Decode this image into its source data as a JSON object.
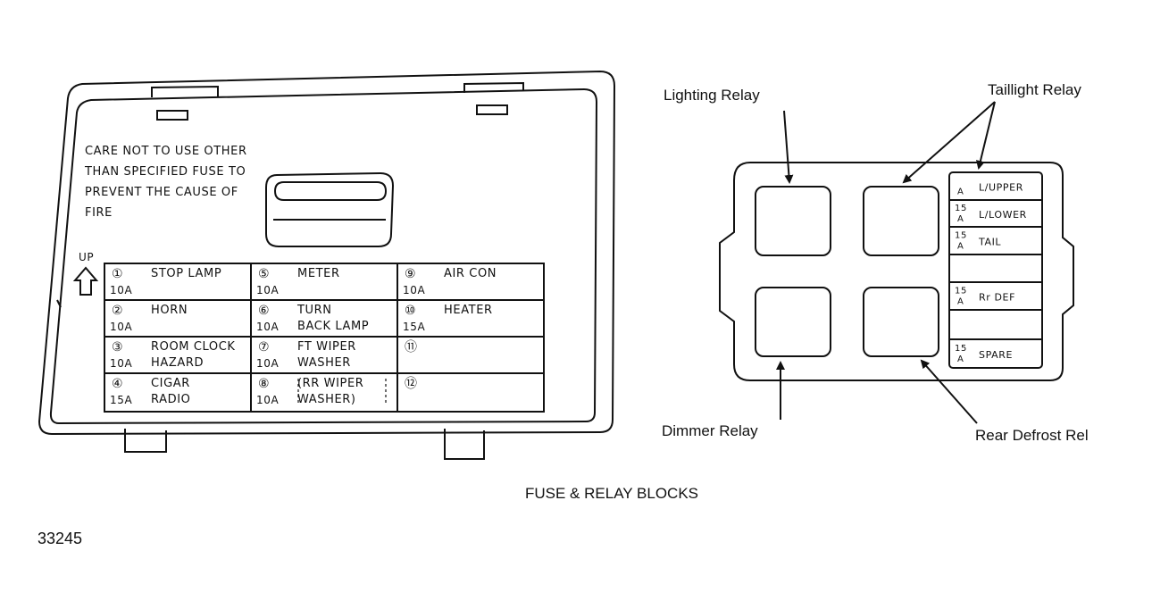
{
  "cover": {
    "warning_lines": [
      "CARE NOT TO USE OTHER",
      "THAN SPECIFIED FUSE TO",
      "PREVENT THE CAUSE OF",
      "FIRE"
    ],
    "up_label": "UP"
  },
  "fuse_table": {
    "rows": [
      [
        {
          "num": "①",
          "name": "STOP LAMP",
          "name2": "",
          "amp": "10A"
        },
        {
          "num": "⑤",
          "name": "METER",
          "name2": "",
          "amp": "10A"
        },
        {
          "num": "⑨",
          "name": "AIR CON",
          "name2": "",
          "amp": "10A"
        }
      ],
      [
        {
          "num": "②",
          "name": "HORN",
          "name2": "",
          "amp": "10A"
        },
        {
          "num": "⑥",
          "name": "TURN",
          "name2": "BACK LAMP",
          "amp": "10A"
        },
        {
          "num": "⑩",
          "name": "HEATER",
          "name2": "",
          "amp": "15A"
        }
      ],
      [
        {
          "num": "③",
          "name": "ROOM CLOCK",
          "name2": "HAZARD",
          "amp": "10A"
        },
        {
          "num": "⑦",
          "name": "FT WIPER",
          "name2": "WASHER",
          "amp": "10A"
        },
        {
          "num": "⑪",
          "name": "",
          "name2": "",
          "amp": ""
        }
      ],
      [
        {
          "num": "④",
          "name": "CIGAR",
          "name2": "RADIO",
          "amp": "15A"
        },
        {
          "num": "⑧",
          "name": "(RR WIPER",
          "name2": "WASHER)",
          "amp": "10A"
        },
        {
          "num": "⑫",
          "name": "",
          "name2": "",
          "amp": ""
        }
      ]
    ]
  },
  "relay_block": {
    "callouts": {
      "lighting": "Lighting Relay",
      "taillight": "Taillight Relay",
      "dimmer": "Dimmer Relay",
      "rear_defrost": "Rear Defrost Rel"
    },
    "fuses": [
      {
        "amp_top": "",
        "amp_bot": "A",
        "name": "L/UPPER"
      },
      {
        "amp_top": "15",
        "amp_bot": "A",
        "name": "L/LOWER"
      },
      {
        "amp_top": "15",
        "amp_bot": "A",
        "name": "TAIL"
      },
      {
        "amp_top": "",
        "amp_bot": "",
        "name": ""
      },
      {
        "amp_top": "15",
        "amp_bot": "A",
        "name": "Rr DEF"
      },
      {
        "amp_top": "",
        "amp_bot": "",
        "name": ""
      },
      {
        "amp_top": "15",
        "amp_bot": "A",
        "name": "SPARE"
      }
    ]
  },
  "caption": "FUSE & RELAY BLOCKS",
  "figure_number": "33245"
}
